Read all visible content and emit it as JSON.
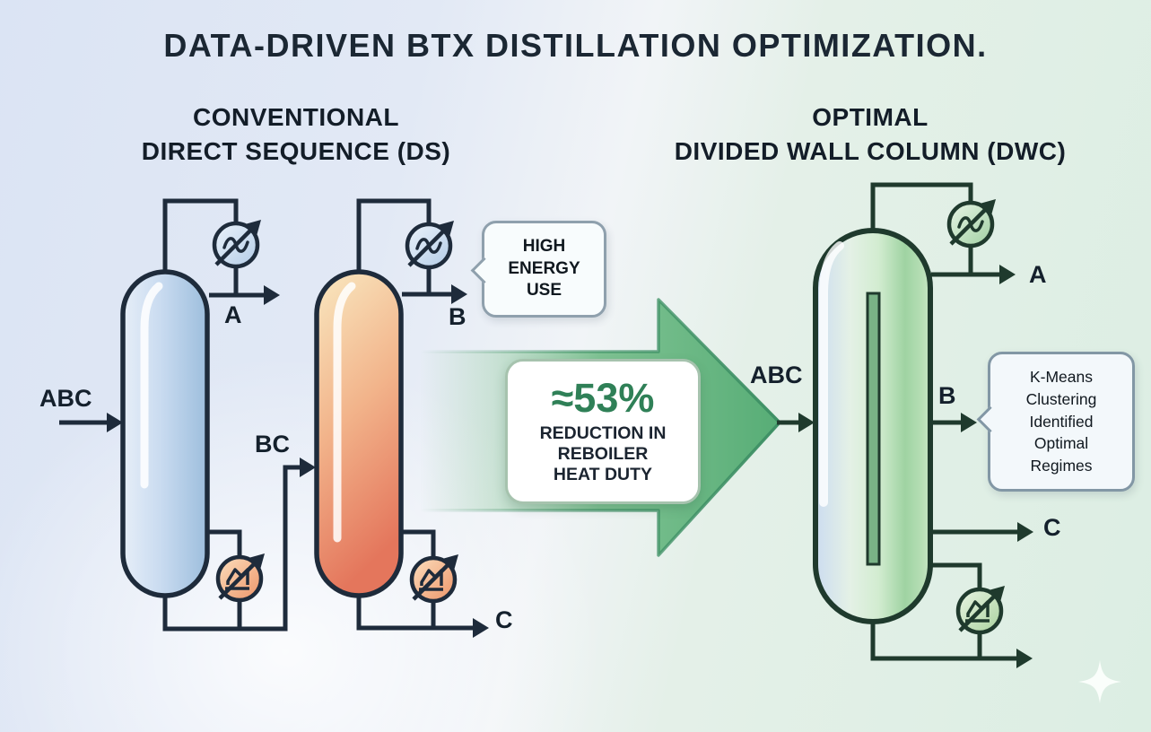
{
  "title": "DATA-DRIVEN BTX DISTILLATION OPTIMIZATION.",
  "ds_section": {
    "heading": "CONVENTIONAL\nDIRECT SEQUENCE (DS)",
    "feed_label": "ABC",
    "column1_distillate_label": "A",
    "column1_bottoms_label": "BC",
    "column2_distillate_label": "B",
    "column2_bottoms_label": "C",
    "callout_text": "HIGH\nENERGY\nUSE"
  },
  "improvement": {
    "value": "≈53%",
    "label": "REDUCTION IN\nREBOILER\nHEAT DUTY"
  },
  "dwc_section": {
    "heading": "OPTIMAL\nDIVIDED WALL COLUMN (DWC)",
    "feed_label": "ABC",
    "distillate_label": "A",
    "side_draw_label": "B",
    "bottoms_label": "C",
    "callout_text": "K-Means\nClustering\nIdentified\nOptimal\nRegimes"
  },
  "icons": {
    "condenser": "circle heat-exchanger with sine-wave and diagonal up-right arrow",
    "reboiler": "circle heat-exchanger with zigzag peak and diagonal up-right arrow",
    "sparkle": "four-pointed white star"
  },
  "colors": {
    "background_left": "#dbe4f4",
    "background_right": "#dceee3",
    "ds_column1_fill": "#b9d0e9",
    "ds_column2_fill_top": "#f8e6bc",
    "ds_column2_fill_bottom": "#e4765c",
    "dwc_column_fill": "#cdeacb",
    "outline_navy": "#1e2b3b",
    "outline_dark_green": "#1f3a2d",
    "arrow_green": "#63b57f",
    "metric_green": "#2f8057",
    "text_dark": "#14202c",
    "callout_border": "#8fa0ad"
  }
}
